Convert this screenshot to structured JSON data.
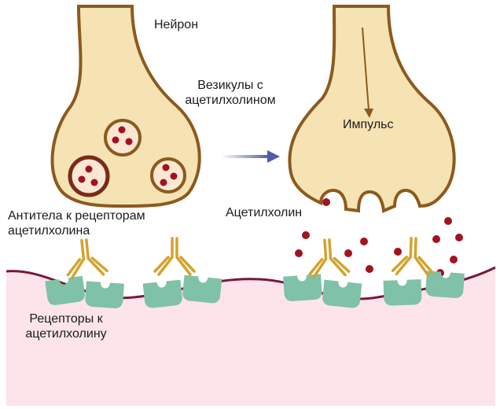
{
  "labels": {
    "neuron": "Нейрон",
    "vesicles_line1": "Везикулы с",
    "vesicles_line2": "ацетилхолином",
    "impulse": "Импульс",
    "acetylcholine": "Ацетилхолин",
    "antibodies_line1": "Антитела к рецепторам",
    "antibodies_line2": "ацетилхолина",
    "receptors_line1": "Рецепторы к",
    "receptors_line2": "ацетилхолину"
  },
  "colors": {
    "neuron_fill": "#f5e3b4",
    "neuron_outline": "#8c5a1e",
    "vesicle_fill": "#fbe7d2",
    "ach_molecule": "#a3121f",
    "arrow": "#4a5eab",
    "impulse_arrow": "#8c5a1e",
    "membrane": "#7a1838",
    "cell_fill": "#fce4ea",
    "receptor": "#7fc2a8",
    "antibody": "#d4a32e"
  }
}
